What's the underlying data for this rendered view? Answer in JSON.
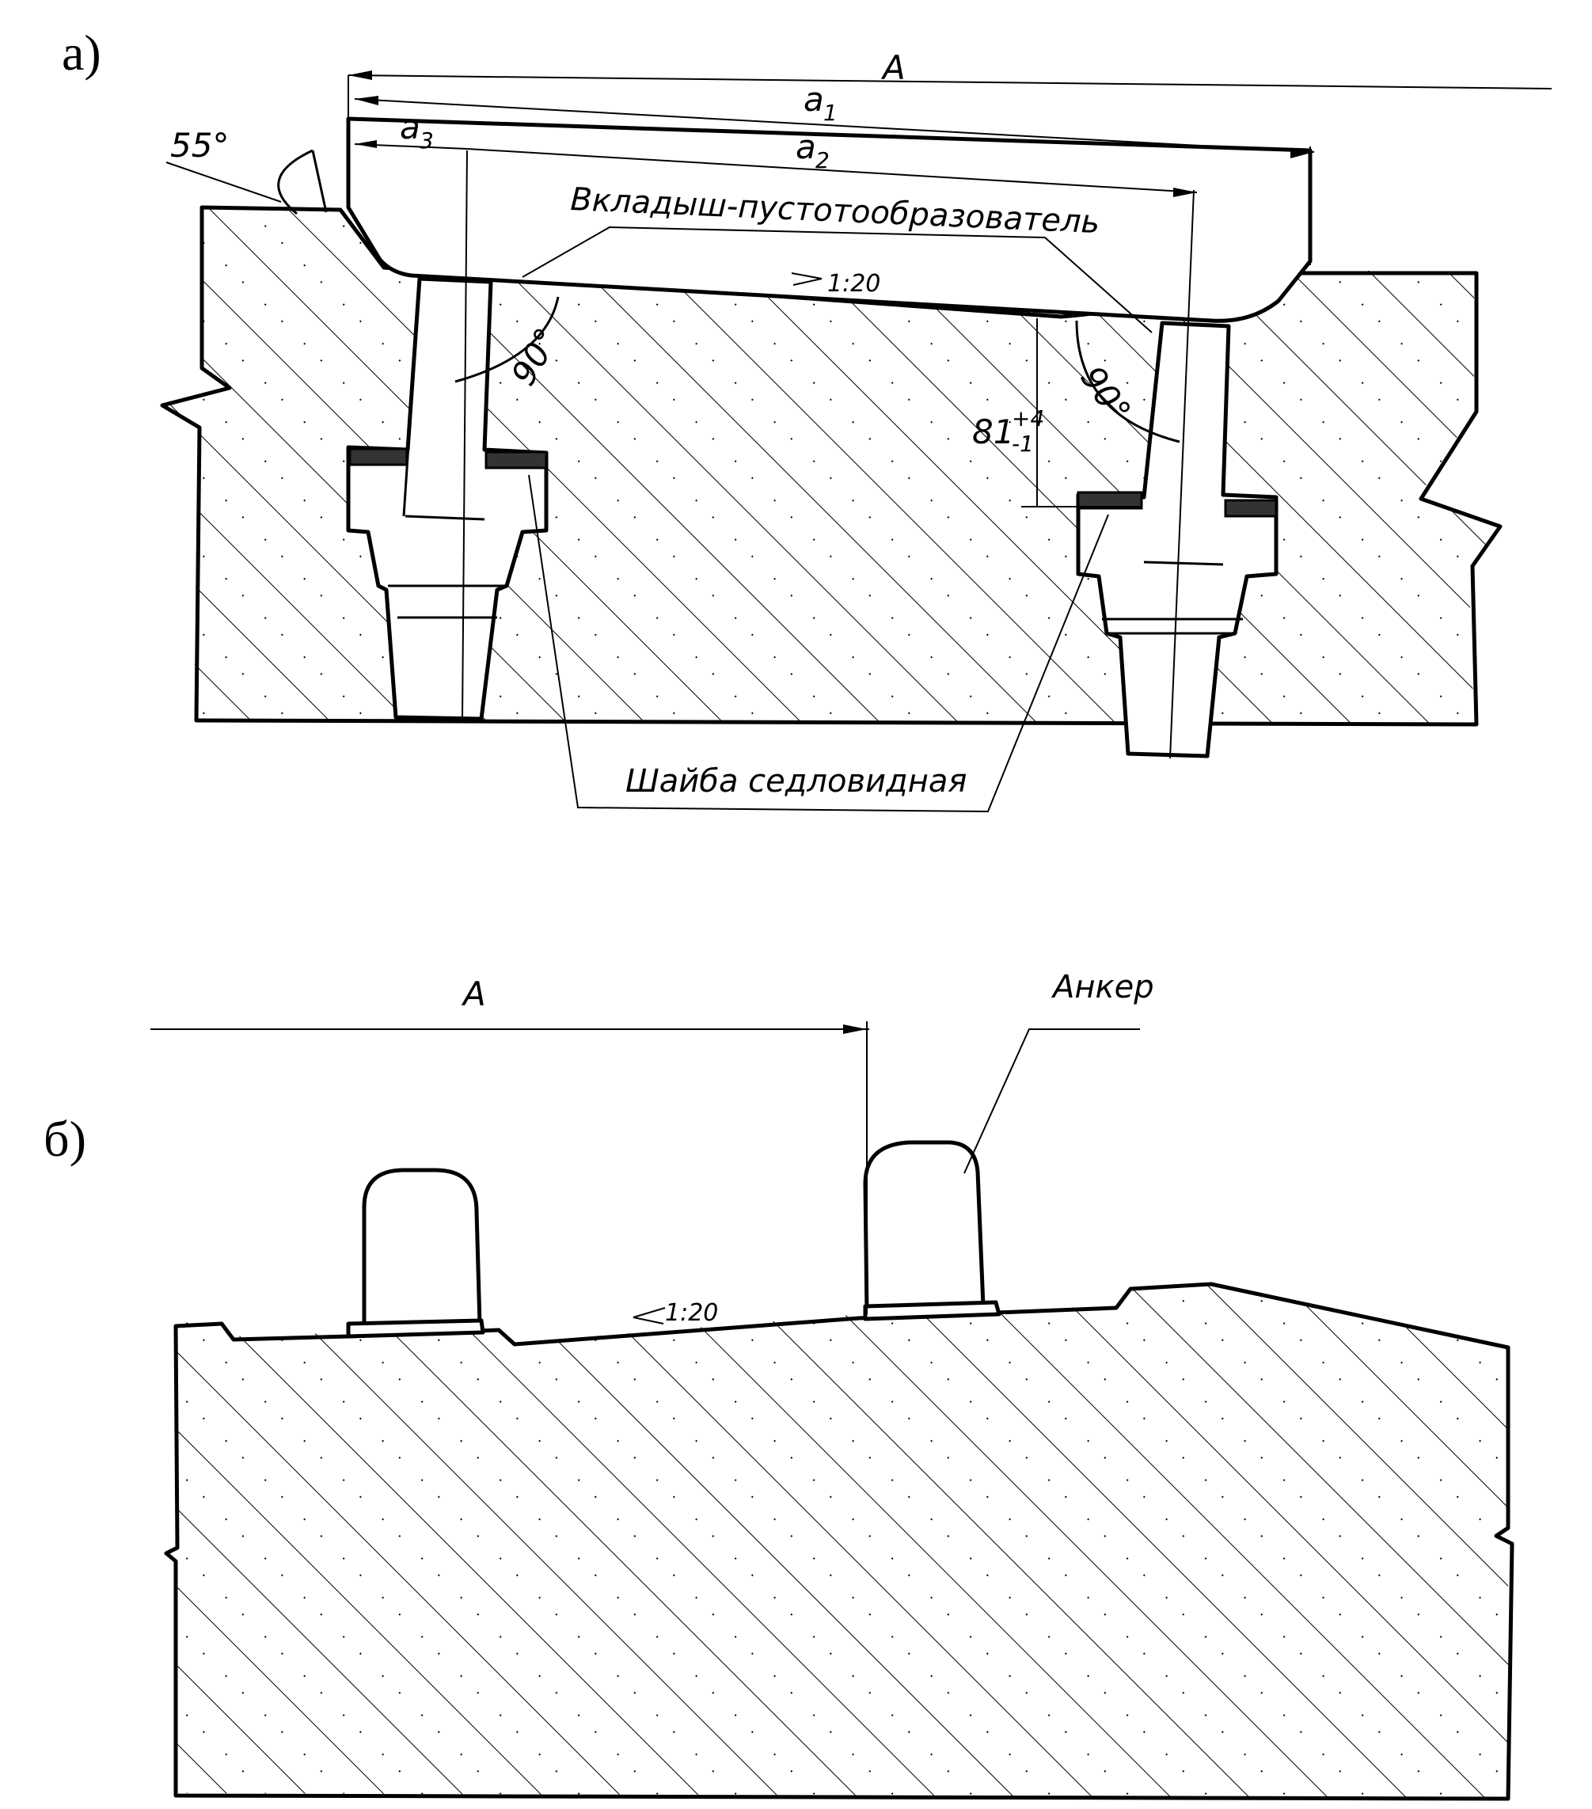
{
  "panel_a": {
    "label": "а)",
    "dim_A": "A",
    "dim_a1": "a",
    "dim_a1_sub": "1",
    "dim_a2": "a",
    "dim_a2_sub": "2",
    "dim_a3": "a",
    "dim_a3_sub": "3",
    "angle_55": "55°",
    "angle_90_left": "90°",
    "angle_90_right": "90°",
    "dim_81": "81",
    "dim_81_tol_upper": "+4",
    "dim_81_tol_lower": "-1",
    "slope": "1:20",
    "callout_insert": "Вкладыш-пустотообразователь",
    "callout_washer": "Шайба седловидная"
  },
  "panel_b": {
    "label": "б)",
    "dim_A": "A",
    "slope": "1:20",
    "callout_anchor": "Анкер"
  }
}
